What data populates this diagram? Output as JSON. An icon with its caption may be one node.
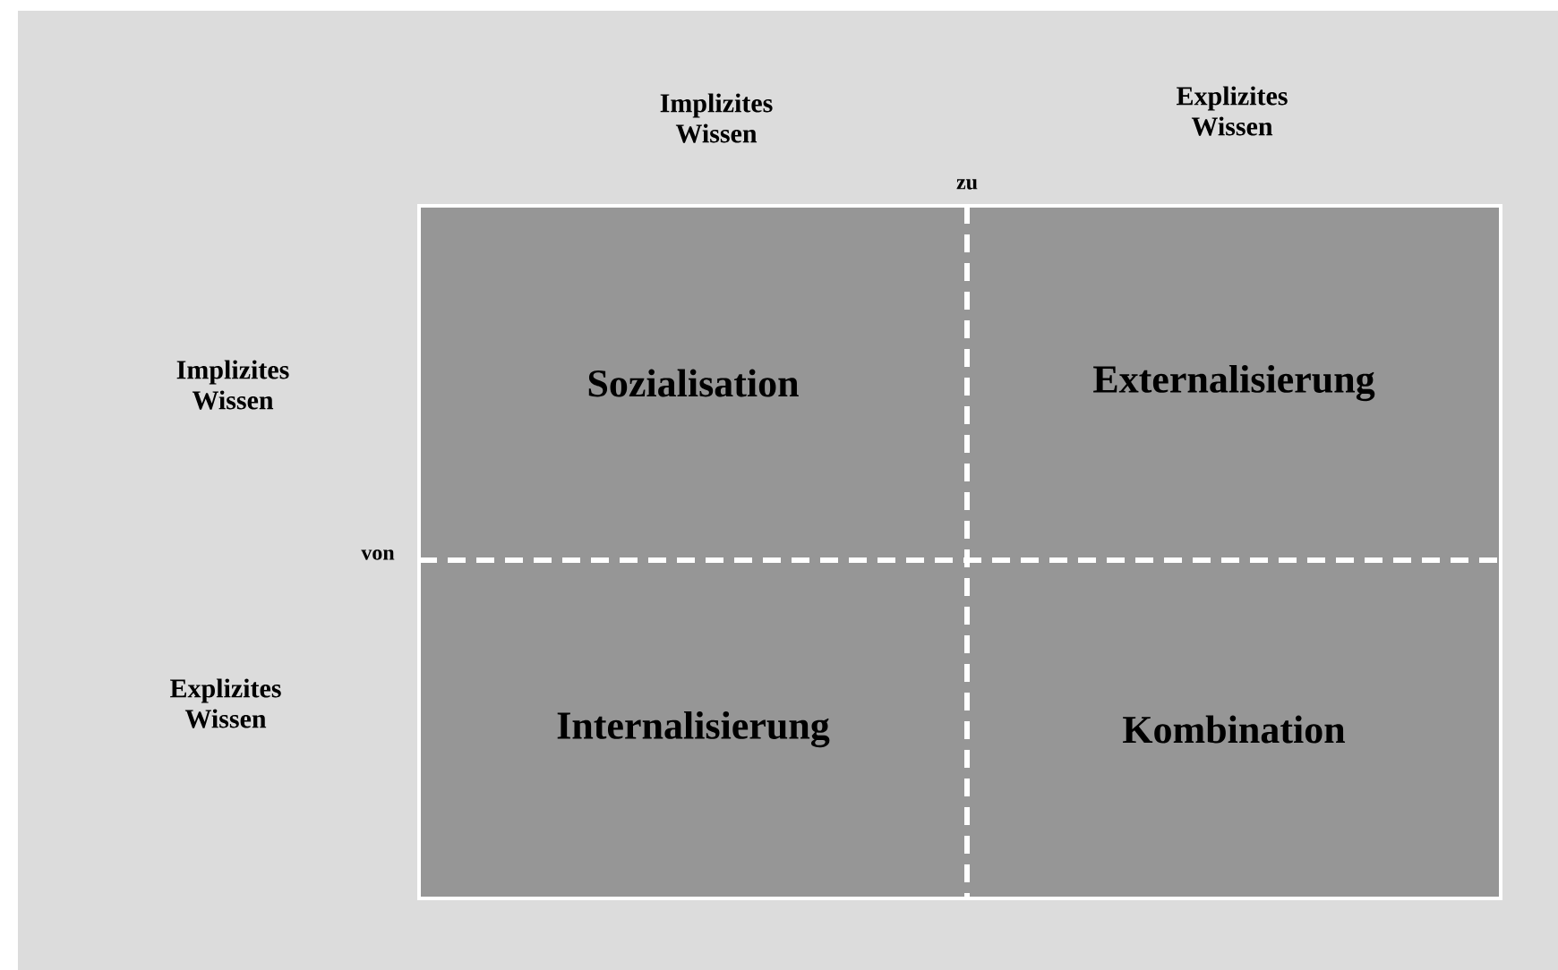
{
  "diagram": {
    "nodes": [
      {
        "text": [
          "Sozialisation"
        ]
      },
      {
        "text": [
          "Externalisierung"
        ]
      },
      {
        "text": [
          "Internalisierung"
        ]
      },
      {
        "text": [
          "Kombination"
        ]
      }
    ],
    "labels": [
      "Implizites Wissen",
      "Explizites Wissen",
      "zu",
      "Implizites Wissen",
      "von",
      "Explizites Wissen"
    ]
  }
}
